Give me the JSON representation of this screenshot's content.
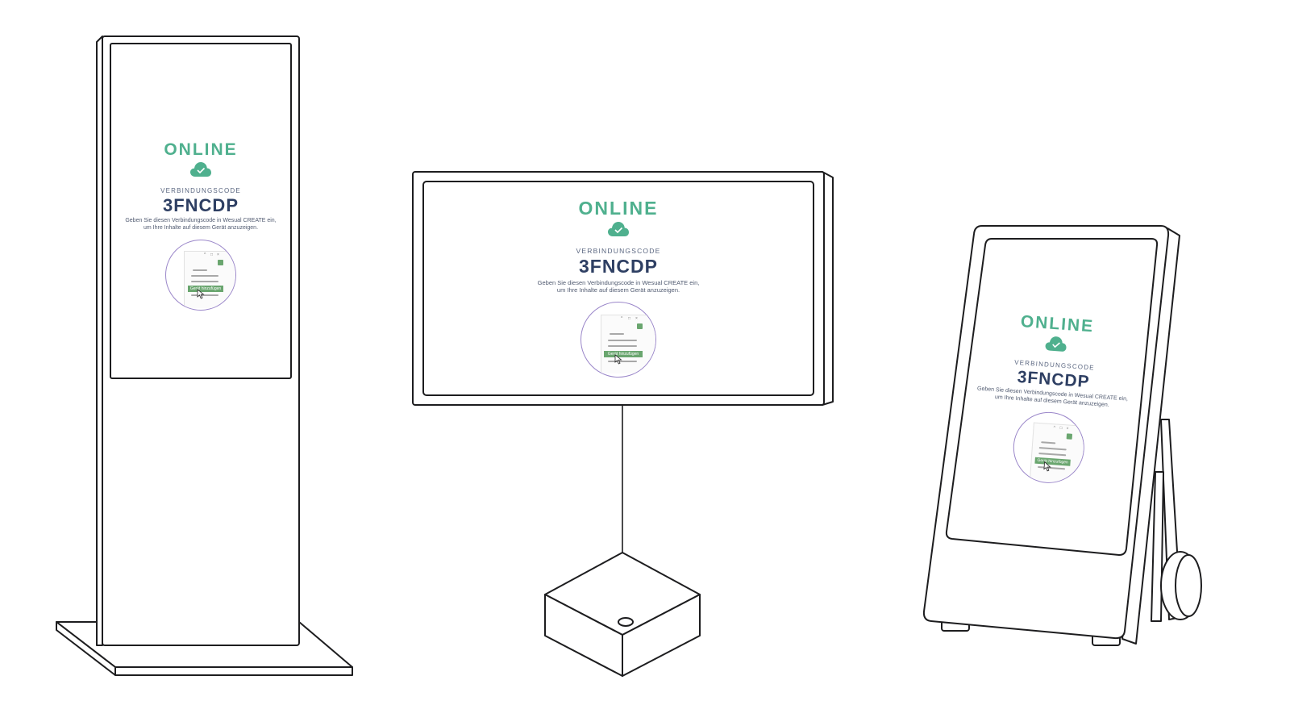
{
  "screen": {
    "status": "ONLINE",
    "code_label": "VERBINDUNGSCODE",
    "code": "3FNCDP",
    "instruction_line1": "Geben Sie diesen Verbindungscode in Wesual CREATE ein,",
    "instruction_line2": "um Ihre Inhalte auf diesem Gerät anzuzeigen.",
    "button_label": "Gerät hinzufügen"
  },
  "colors": {
    "accent": "#4fb08e",
    "code": "#2e3f63",
    "button": "#6aa66f",
    "circle_border": "#9a86c9",
    "outline": "#1d1d1f"
  },
  "devices": [
    "kiosk-stele",
    "monitor-on-stand",
    "mobile-display-stand"
  ],
  "icons": [
    "cloud-check-icon",
    "cursor-icon",
    "settings-icon"
  ]
}
